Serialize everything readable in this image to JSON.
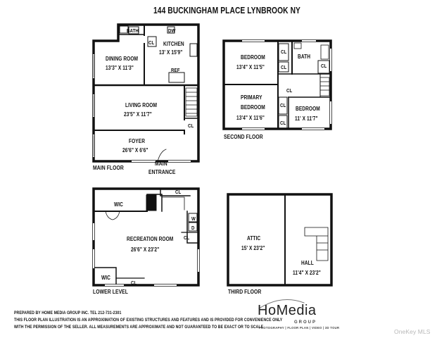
{
  "title": "144 BUCKINGHAM PLACE LYNBROOK NY",
  "main_floor": {
    "label": "MAIN FLOOR",
    "entrance": [
      "MAIN",
      "ENTRANCE"
    ],
    "rooms": {
      "dining": {
        "name": "DINING ROOM",
        "size": "13'3\" X 11'3\""
      },
      "kitchen": {
        "name": "KITCHEN",
        "size": "13' X 15'9\""
      },
      "living": {
        "name": "LIVING ROOM",
        "size": "23'5\" X 11'7\""
      },
      "foyer": {
        "name": "FOYER",
        "size": "26'6\" X 6'6\""
      }
    },
    "tags": {
      "bath": "BATH",
      "dw": "DW",
      "cl_kitchen": "CL",
      "ref": "REF",
      "cl_living": "CL"
    }
  },
  "second_floor": {
    "label": "SECOND FLOOR",
    "rooms": {
      "bedroom1": {
        "name": "BEDROOM",
        "size": "13'4\" X 11'5\""
      },
      "primary": {
        "name": [
          "PRIMARY",
          "BEDROOM"
        ],
        "size": "13'4\" X 11'6\""
      },
      "bedroom2": {
        "name": "BEDROOM",
        "size": "11' X 11'7\""
      },
      "bath": {
        "name": "BATH"
      }
    },
    "tags": {
      "cl1": "CL",
      "cl2": "CL",
      "cl3": "CL",
      "cl4": "CL",
      "cl5": "CL",
      "cl6": "CL"
    }
  },
  "lower_level": {
    "label": "LOWER LEVEL",
    "rooms": {
      "recreation": {
        "name": "RECREATION ROOM",
        "size": "26'6\" X 23'2\""
      },
      "wic1": {
        "name": "WIC"
      },
      "wic2": {
        "name": "WIC"
      }
    },
    "tags": {
      "cl_top": "CL",
      "cl_mid": "CL",
      "cl_bottom": "CL",
      "w": "W",
      "d": "D"
    }
  },
  "third_floor": {
    "label": "THIRD FLOOR",
    "rooms": {
      "attic": {
        "name": "ATTIC",
        "size": "15' X 23'2\""
      },
      "hall": {
        "name": "HALL",
        "size": "11'4\" X 23'2\""
      }
    }
  },
  "footer": {
    "lines": [
      "PREPARED  BY  HOME MEDIA GROUP INC.  TEL 212-731-2301",
      "THIS FLOOR PLAN ILLUSTRATION IS AN APPROXIMATION OF EXISTING STRUCTURES AND FEATURES AND IS PROVIDED FOR CONVENIENCE ONLY",
      "WITH THE PERMISSION OF THE SELLER. ALL MEASUREMENTS ARE APPROXIMATE AND NOT GUARANTEED TO BE EXACT OR TO SCALE"
    ]
  },
  "logo": {
    "ho": "Ho",
    "media": "Media",
    "group": "GROUP",
    "tagline": "PHOTOGRAPHY | FLOOR PLAN | VIDEO | 3D TOUR"
  },
  "watermark": "OneKey MLS"
}
